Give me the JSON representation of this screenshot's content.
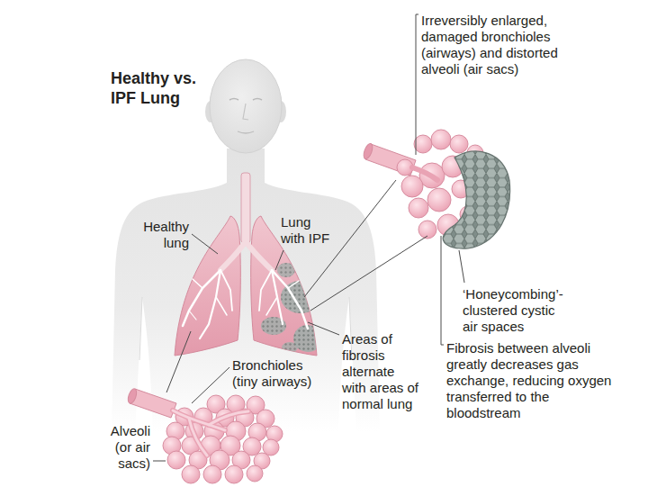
{
  "diagram": {
    "title": "Healthy vs. IPF Lung",
    "labels": [
      "Healthy lung",
      "Lung with IPF",
      "Areas of fibrosis alternate with areas of normal lung",
      "Bronchioles (tiny airways)",
      "Alveoli (or air sacs)",
      "Irreversibly enlarged, damaged bronchioles (airways) and distorted alveoli (air sacs)",
      "‘Honeycombing’- clustered cystic air spaces",
      "Fibrosis between alveoli greatly decreases gas exchange, reducing oxygen transferred to the bloodstream"
    ]
  }
}
